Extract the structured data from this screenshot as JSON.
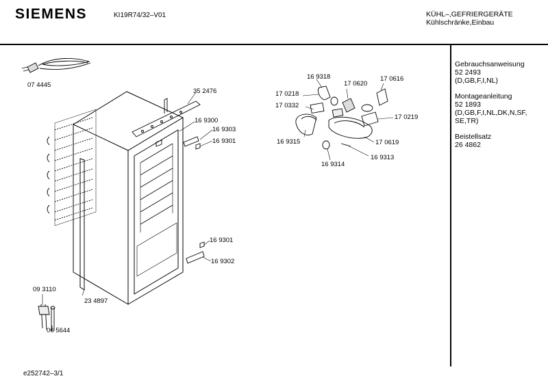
{
  "header": {
    "brand": "SIEMENS",
    "model": "KI19R74/32–V01",
    "category_line1": "KÜHL–,GEFRIERGERÄTE",
    "category_line2": "Kühlschränke,Einbau"
  },
  "documents": [
    {
      "title": "Gebrauchsanweisung",
      "number": "52 2493",
      "langs": "(D,GB,F,I,NL)"
    },
    {
      "title": "Montageanleitung",
      "number": "52 1893",
      "langs": "(D,GB,F,I,NL,DK,N,SF,",
      "langs2": "SE,TR)"
    },
    {
      "title": "Beistellsatz",
      "number": "26 4862"
    }
  ],
  "parts": {
    "p074445": "07 4445",
    "p352476": "35 2476",
    "p169300": "16 9300",
    "p169303": "16 9303",
    "p169301a": "16 9301",
    "p169301b": "16 9301",
    "p169302": "16 9302",
    "p093110": "09 3110",
    "p065644": "06 5644",
    "p234897": "23 4897",
    "p169318": "16 9318",
    "p170620": "17 0620",
    "p170616": "17 0616",
    "p170218": "17 0218",
    "p170332": "17 0332",
    "p170219": "17 0219",
    "p169315": "16 9315",
    "p170619": "17 0619",
    "p169313": "16 9313",
    "p169314": "16 9314"
  },
  "footer": {
    "code": "e252742–3/1"
  }
}
